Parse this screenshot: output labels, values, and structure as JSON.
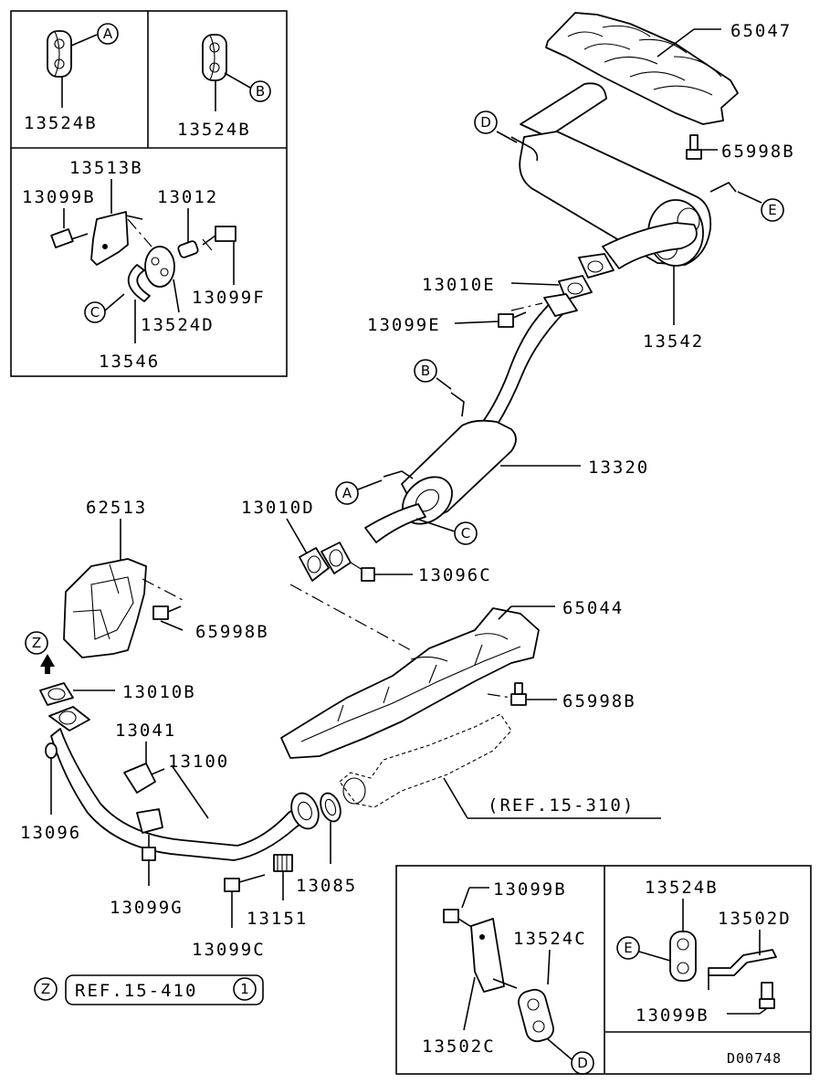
{
  "diagram_id": "D00748",
  "inset_a": {
    "part": "13524B",
    "marker": "A"
  },
  "inset_b": {
    "part": "13524B",
    "marker": "B"
  },
  "inset_hanger": {
    "bracket": "13513B",
    "bolt_left": "13099B",
    "pin": "13012",
    "bolt_right": "13099F",
    "hanger": "13524D",
    "clamp": "13546",
    "marker": "C"
  },
  "main": {
    "heat_cover_top": "65047",
    "bolt_top": "65998B",
    "muffler": "13542",
    "gasket_rear": "13010E",
    "bolt_rear": "13099E",
    "center_pipe": "13320",
    "gasket_mid": "13010D",
    "nut_mid": "13096C",
    "heat_cover_floor": "65044",
    "bolt_floor": "65998B",
    "manifold_cover": "62513",
    "bolt_manifold": "65998B",
    "gasket_front": "13010B",
    "sensor": "13041",
    "front_pipe": "13100",
    "nut_front": "13096",
    "bolt_front": "13099G",
    "ring": "13085",
    "spring": "13151",
    "bolt_spring": "13099C",
    "ref_catalyst": "(REF.15-310)"
  },
  "ref_z": {
    "marker": "Z",
    "text": "REF.15-410",
    "circled_num": "1"
  },
  "inset_c": {
    "bolt": "13099B",
    "hanger": "13524C",
    "bracket": "13502C",
    "marker": "D"
  },
  "inset_e": {
    "hanger": "13524B",
    "bracket": "13502D",
    "bolt": "13099B",
    "marker": "E"
  },
  "markers": {
    "a": "A",
    "b": "B",
    "c": "C",
    "d": "D",
    "e": "E",
    "z": "Z"
  }
}
